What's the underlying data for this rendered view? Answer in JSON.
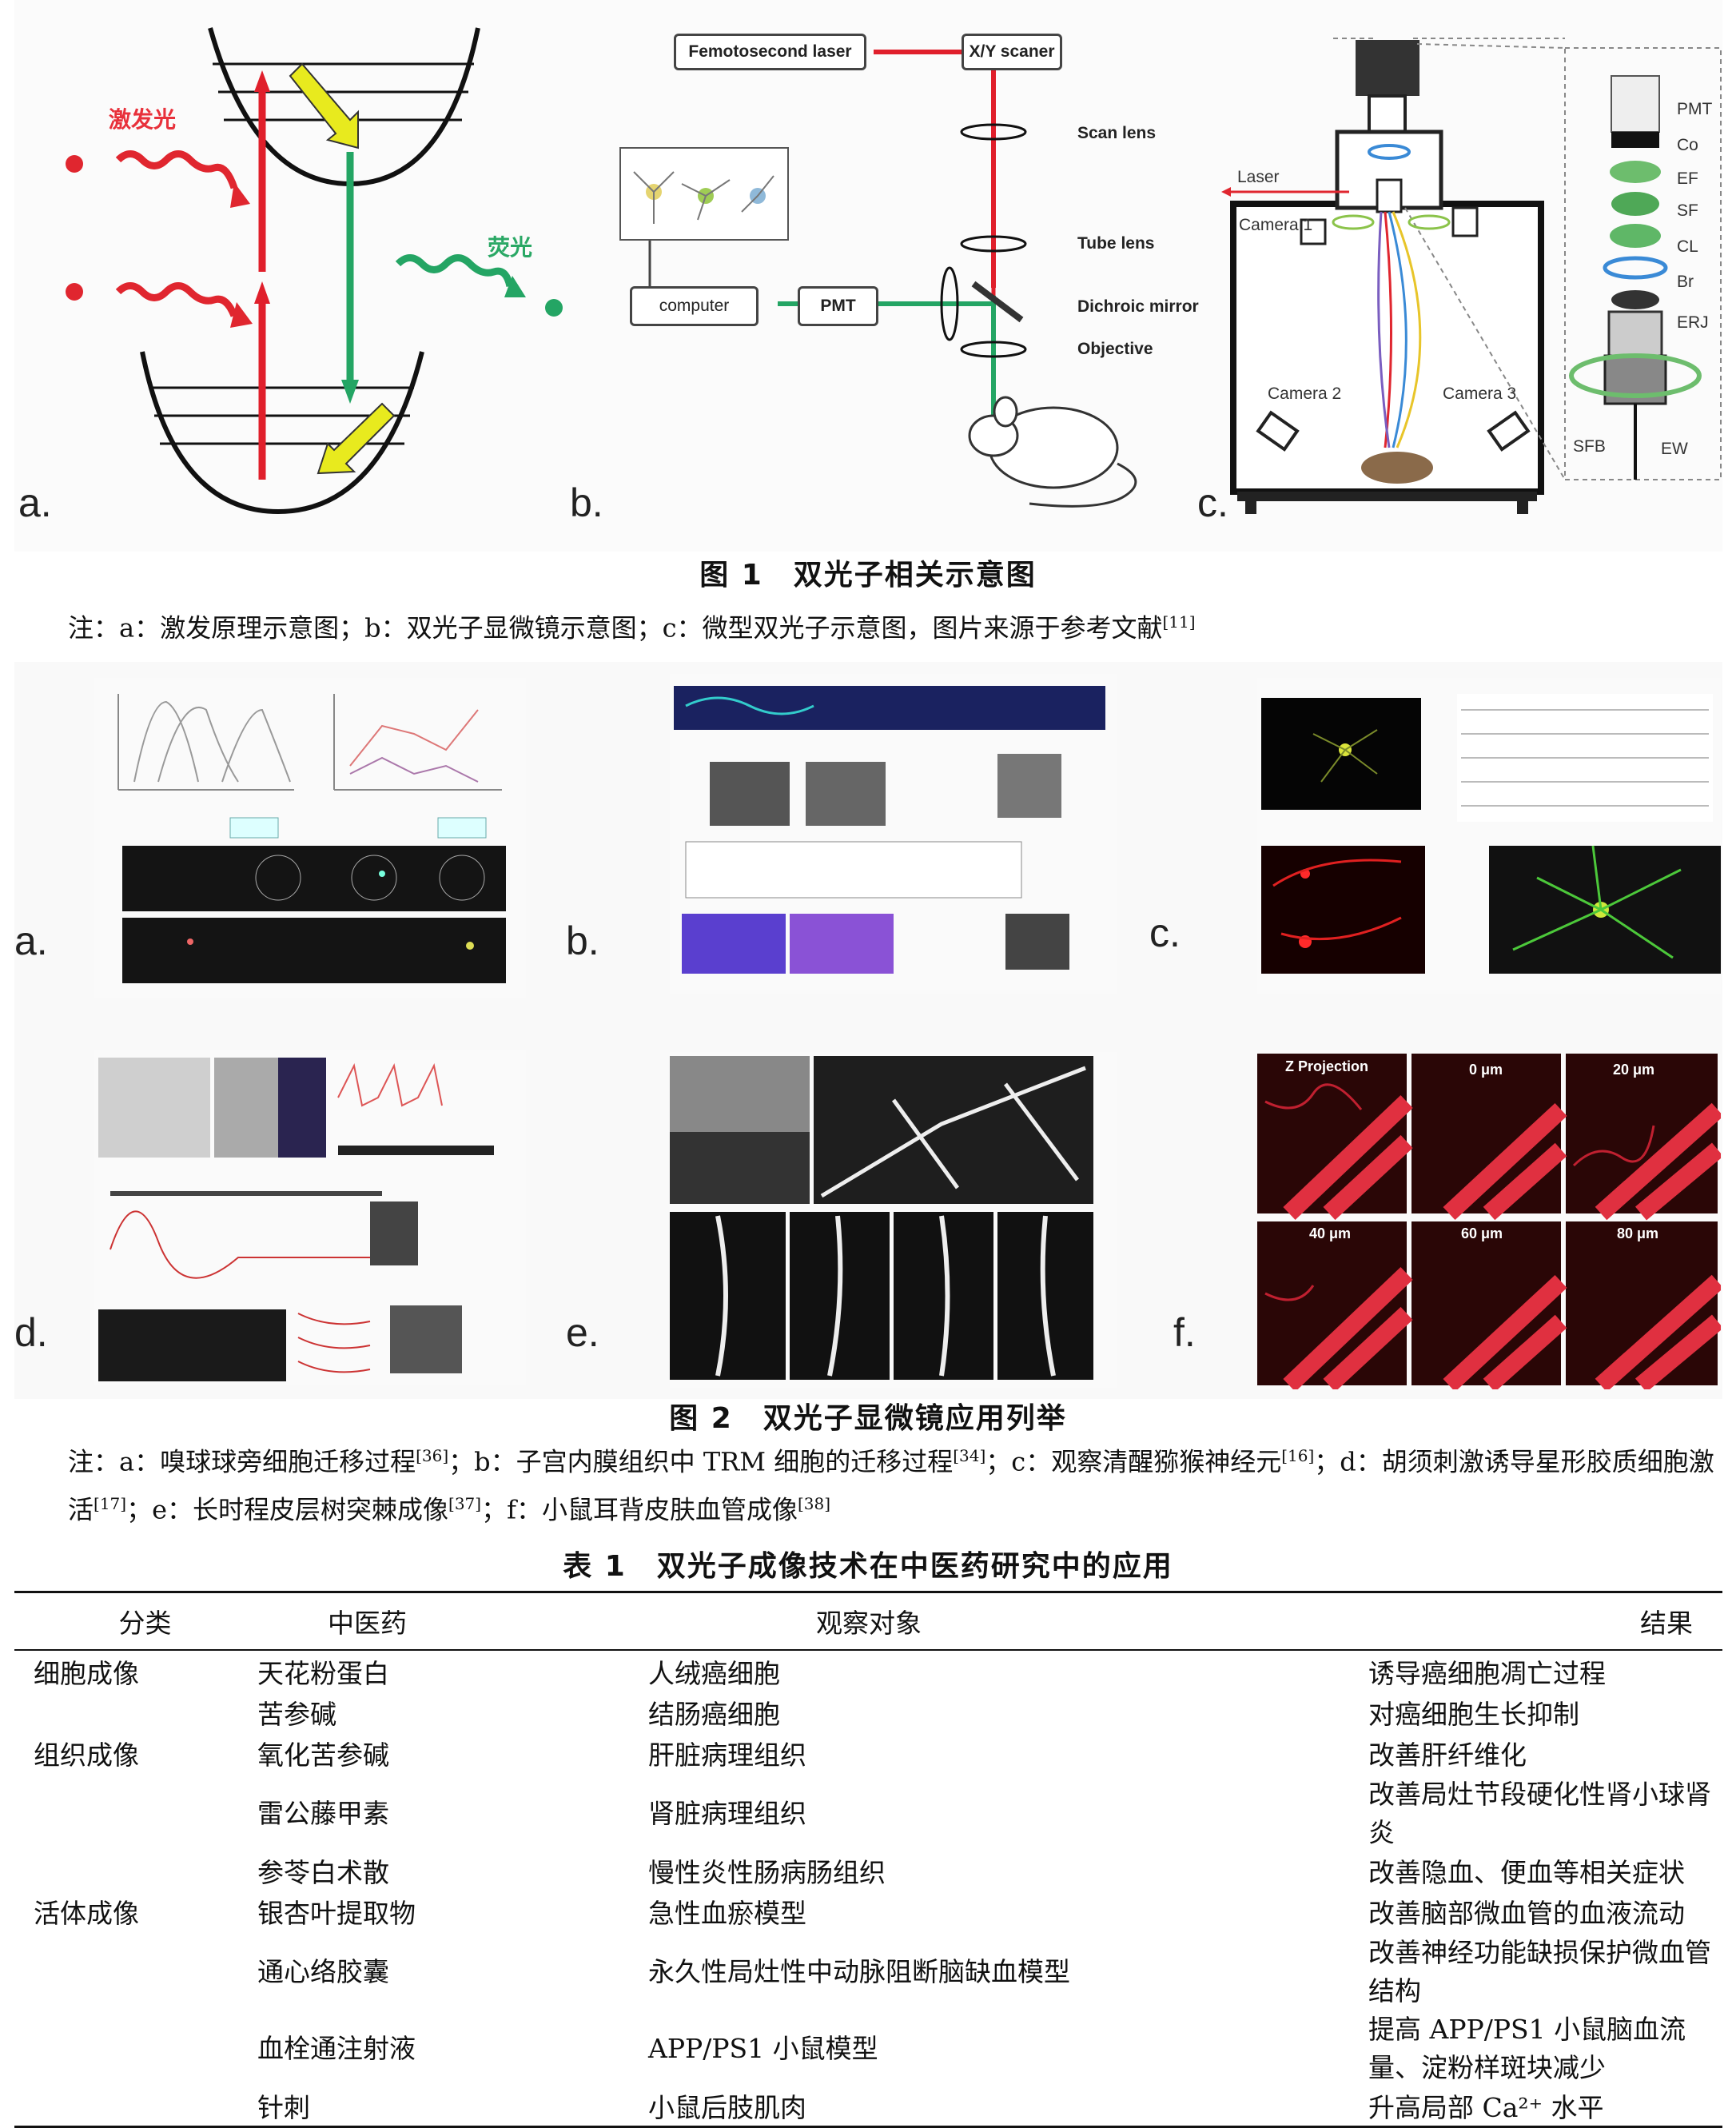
{
  "figure1": {
    "panel_labels": [
      "a.",
      "b.",
      "c."
    ],
    "panel_a": {
      "excitation_label": "激发光",
      "fluorescence_label": "荧光"
    },
    "panel_b": {
      "boxes": [
        "Femotosecond laser",
        "X/Y scaner",
        "computer",
        "PMT"
      ],
      "optics": [
        "Scan lens",
        "Tube lens",
        "Dichroic mirror",
        "Objective"
      ]
    },
    "panel_c": {
      "labels": [
        "Laser",
        "Camera 1",
        "Camera 2",
        "Camera 3"
      ],
      "component_labels": [
        "PMT",
        "Co",
        "EF",
        "SF",
        "CL",
        "Br",
        "ERJ",
        "SFB",
        "EW"
      ]
    },
    "caption": "图 1　双光子相关示意图",
    "note": "注：a：激发原理示意图；b：双光子显微镜示意图；c：微型双光子示意图，图片来源于参考文献",
    "note_ref": "[11]"
  },
  "figure2": {
    "panel_labels": [
      "a.",
      "b.",
      "c.",
      "d.",
      "e.",
      "f."
    ],
    "panel_f_tiles": [
      "Z Projection",
      "0 μm",
      "20 μm",
      "40 μm",
      "60 μm",
      "80 μm"
    ],
    "caption": "图 2　双光子显微镜应用列举",
    "note_parts": [
      {
        "text": "注：a：嗅球球旁细胞迁移过程",
        "ref": "[36]"
      },
      {
        "text": "；b：子宫内膜组织中 TRM 细胞的迁移过程",
        "ref": "[34]"
      },
      {
        "text": "；c：观察清醒猕猴神经元",
        "ref": "[16]"
      },
      {
        "text": "；d：胡须刺激诱导星形胶质细胞激活",
        "ref": "[17]"
      },
      {
        "text": "；e：长时程皮层树突棘成像",
        "ref": "[37]"
      },
      {
        "text": "；f：小鼠耳背皮肤血管成像",
        "ref": "[38]"
      }
    ]
  },
  "table1": {
    "title": "表 1　双光子成像技术在中医药研究中的应用",
    "headers": [
      "分类",
      "中医药",
      "观察对象",
      "结果"
    ],
    "rows": [
      [
        "细胞成像",
        "天花粉蛋白",
        "人绒癌细胞",
        "诱导癌细胞凋亡过程"
      ],
      [
        "",
        "苦参碱",
        "结肠癌细胞",
        "对癌细胞生长抑制"
      ],
      [
        "组织成像",
        "氧化苦参碱",
        "肝脏病理组织",
        "改善肝纤维化"
      ],
      [
        "",
        "雷公藤甲素",
        "肾脏病理组织",
        "改善局灶节段硬化性肾小球肾炎"
      ],
      [
        "",
        "参苓白术散",
        "慢性炎性肠病肠组织",
        "改善隐血、便血等相关症状"
      ],
      [
        "活体成像",
        "银杏叶提取物",
        "急性血瘀模型",
        "改善脑部微血管的血液流动"
      ],
      [
        "",
        "通心络胶囊",
        "永久性局灶性中动脉阻断脑缺血模型",
        "改善神经功能缺损保护微血管结构"
      ],
      [
        "",
        "血栓通注射液",
        "APP/PS1 小鼠模型",
        "提高 APP/PS1 小鼠脑血流量、淀粉样斑块减少"
      ],
      [
        "",
        "针刺",
        "小鼠后肢肌肉",
        "升高局部 Ca²⁺ 水平"
      ]
    ]
  }
}
